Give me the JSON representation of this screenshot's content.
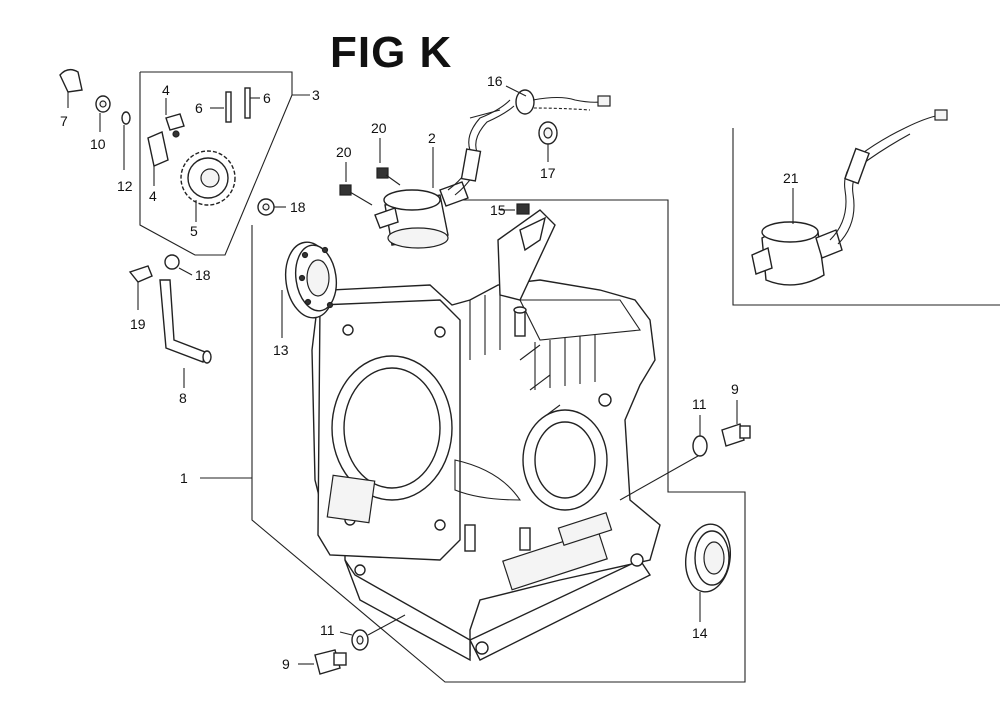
{
  "figure": {
    "title": "FIG K"
  },
  "callouts": {
    "c1": "1",
    "c2": "2",
    "c3": "3",
    "c4a": "4",
    "c4b": "4",
    "c5": "5",
    "c6a": "6",
    "c6b": "6",
    "c7": "7",
    "c8": "8",
    "c9a": "9",
    "c9b": "9",
    "c10": "10",
    "c11a": "11",
    "c11b": "11",
    "c12": "12",
    "c13": "13",
    "c14": "14",
    "c15": "15",
    "c16": "16",
    "c17": "17",
    "c18a": "18",
    "c18b": "18",
    "c19": "19",
    "c20a": "20",
    "c20b": "20",
    "c21": "21"
  }
}
